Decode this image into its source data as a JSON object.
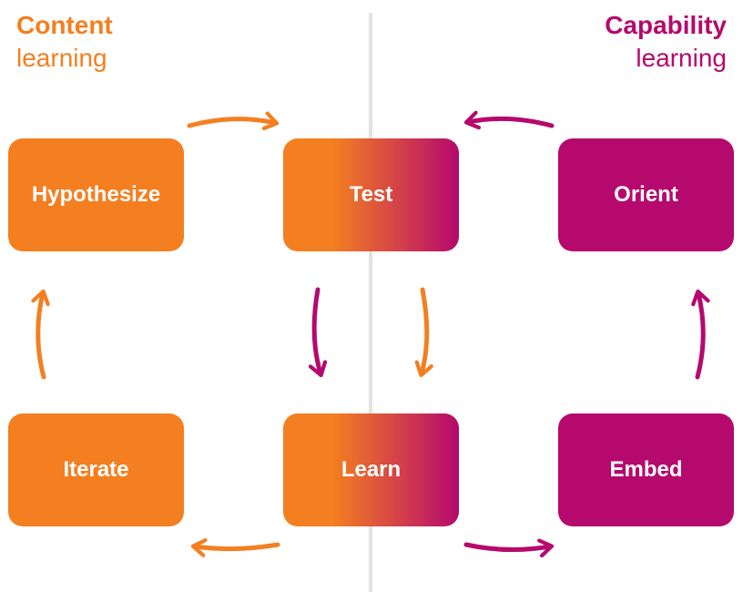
{
  "headings": {
    "content": {
      "strong": "Content",
      "light": "learning"
    },
    "capability": {
      "strong": "Capability",
      "light": "learning"
    }
  },
  "boxes": {
    "hypothesize": "Hypothesize",
    "test": "Test",
    "orient": "Orient",
    "iterate": "Iterate",
    "learn": "Learn",
    "embed": "Embed"
  },
  "colors": {
    "orange": "#f47f20",
    "magenta": "#b5096d",
    "divider": "#e2e2e2"
  }
}
